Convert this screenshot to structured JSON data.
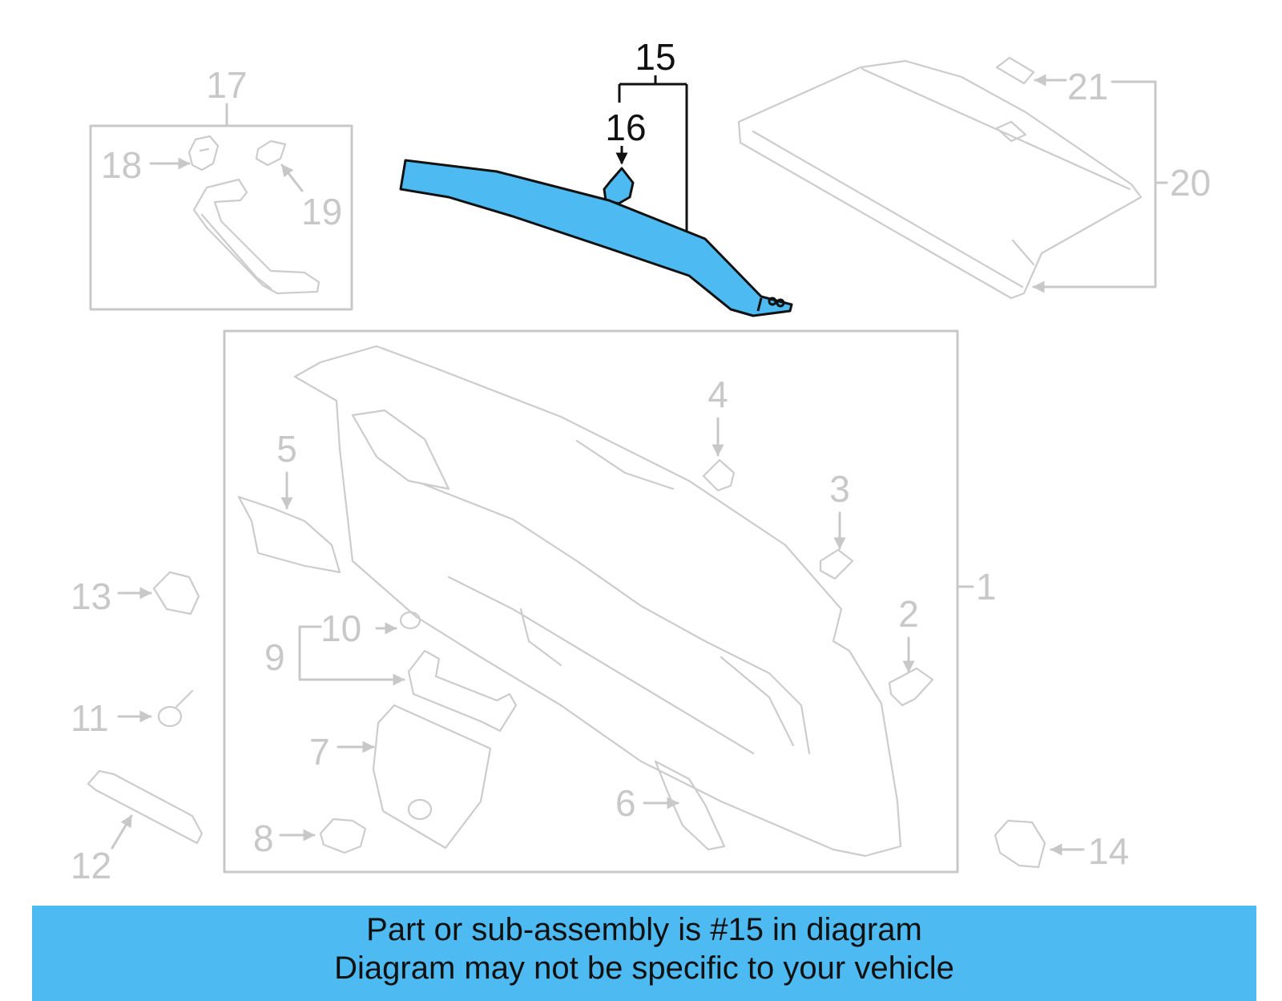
{
  "callouts": {
    "c1": "1",
    "c2": "2",
    "c3": "3",
    "c4": "4",
    "c5": "5",
    "c6": "6",
    "c7": "7",
    "c8": "8",
    "c9": "9",
    "c10": "10",
    "c11": "11",
    "c12": "12",
    "c13": "13",
    "c14": "14",
    "c15": "15",
    "c16": "16",
    "c17": "17",
    "c18": "18",
    "c19": "19",
    "c20": "20",
    "c21": "21"
  },
  "highlighted_part": "15",
  "colors": {
    "highlight": "#4dbaf2",
    "banner": "#4dbaf2",
    "linework": "#c8c8c8",
    "active_linework": "#111111"
  },
  "banner": {
    "line1": "Part or sub-assembly is #15 in diagram",
    "line2": "Diagram may not be specific to your vehicle"
  }
}
